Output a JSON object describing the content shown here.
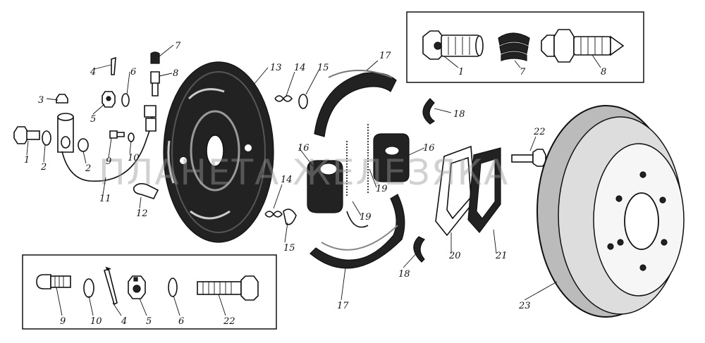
{
  "watermark": "ПЛАНЕТА ЖЕЛЕЗЯКА",
  "callouts": {
    "c1a": "1",
    "c2a": "2",
    "c2b": "2",
    "c3": "3",
    "c4a": "4",
    "c5a": "5",
    "c6a": "6",
    "c7a": "7",
    "c8a": "8",
    "c10a": "10",
    "c9a": "9",
    "c11": "11",
    "c12": "12",
    "c13": "13",
    "c14a": "14",
    "c14b": "14",
    "c15a": "15",
    "c15b": "15",
    "c16a": "16",
    "c16b": "16",
    "c17a": "17",
    "c17b": "17",
    "c18a": "18",
    "c18b": "18",
    "c19a": "19",
    "c19b": "19",
    "c20": "20",
    "c21": "21",
    "c22a": "22",
    "c23": "23"
  },
  "inset_top": {
    "labels": [
      "1",
      "7",
      "8"
    ]
  },
  "inset_bottom": {
    "labels": [
      "9",
      "10",
      "4",
      "5",
      "6",
      "22"
    ]
  }
}
